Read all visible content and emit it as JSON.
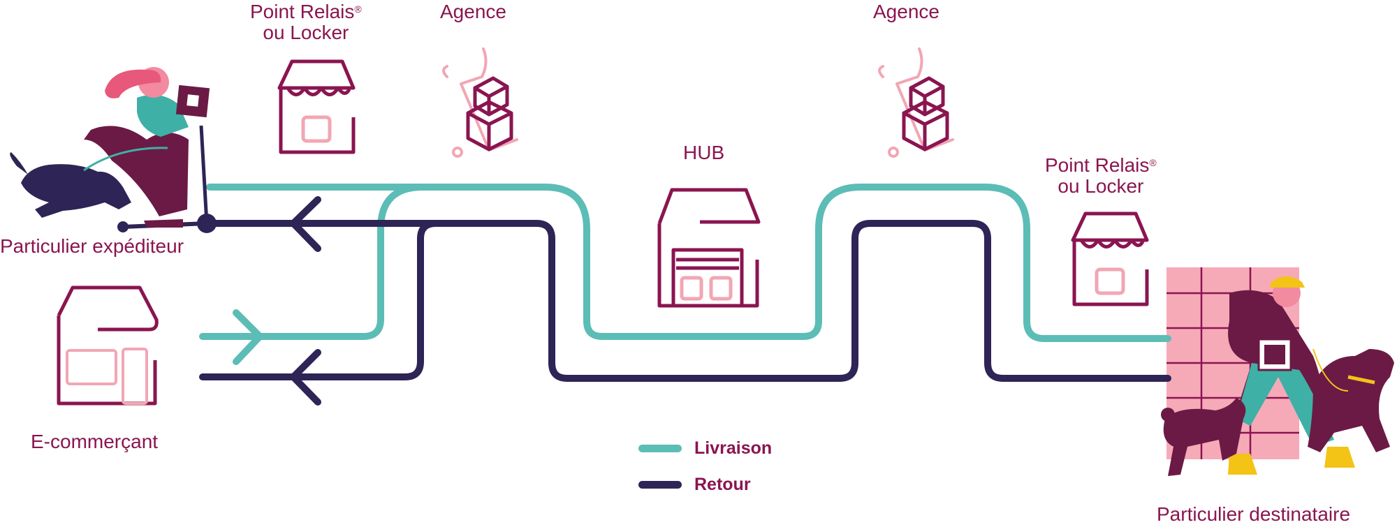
{
  "labels": {
    "relay_left_line1": "Point Relais",
    "relay_left_line2": "ou Locker",
    "relay_right_line1": "Point Relais",
    "relay_right_line2": "ou Locker",
    "registered_mark": "®",
    "agency_left": "Agence",
    "agency_right": "Agence",
    "hub": "HUB",
    "sender_private": "Particulier expéditeur",
    "sender_merchant": "E-commerçant",
    "recipient": "Particulier destinataire"
  },
  "legend": [
    {
      "label": "Livraison",
      "color": "#5bbdb6"
    },
    {
      "label": "Retour",
      "color": "#2e2456"
    }
  ],
  "colors": {
    "brand": "#8a1550",
    "delivery": "#5bbdb6",
    "return": "#2e2456",
    "pink_light": "#f2a6b4",
    "pink_panel": "#f6aab8",
    "yellow": "#f3c316"
  }
}
